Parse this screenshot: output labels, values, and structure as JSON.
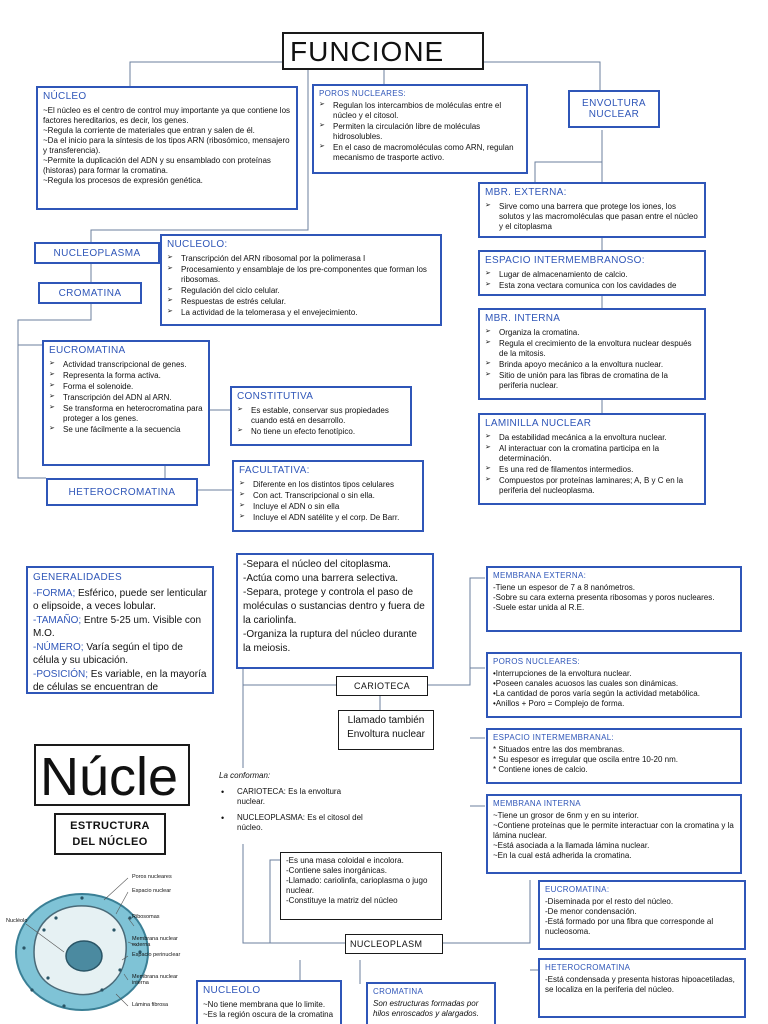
{
  "map1": {
    "title": "FUNCIONE",
    "nucleo": {
      "title": "NÚCLEO",
      "lines": [
        "~El núcleo es el centro de control muy importante ya que contiene los factores hereditarios, es decir, los genes.",
        "~Regula la corriente de materiales que entran y salen de él.",
        "~Da el inicio para la síntesis de los tipos ARN (ribosómico, mensajero y transferencia).",
        "~Permite la duplicación del ADN y su ensamblado con proteínas (historas) para formar la cromatina.",
        "~Regula los procesos de expresión genética."
      ]
    },
    "poros": {
      "title": "POROS NUCLEARES:",
      "items": [
        "Regulan los intercambios de moléculas entre el núcleo y el citosol.",
        "Permiten la circulación libre de moléculas hidrosolubles.",
        "En el caso de macromoléculas como ARN, regulan mecanismo de trasporte activo."
      ]
    },
    "envoltura": "ENVOLTURA NUCLEAR",
    "mbr_externa": {
      "title": "MBR. EXTERNA:",
      "items": [
        "Sirve como una barrera que protege los iones, los solutos y las macromoléculas que pasan entre el núcleo y el citoplasma"
      ]
    },
    "espacio": {
      "title": "ESPACIO INTERMEMBRANOSO:",
      "items": [
        "Lugar de almacenamiento de calcio.",
        "Esta zona vectara comunica con los cavidades de"
      ]
    },
    "mbr_interna": {
      "title": "MBR. INTERNA",
      "items": [
        "Organiza la cromatina.",
        "Regula el crecimiento de la envoltura nuclear después de la mitosis.",
        "Brinda apoyo mecánico a la envoltura nuclear.",
        "Sitio de unión para las fibras de cromatina de la periferia nuclear."
      ]
    },
    "laminilla": {
      "title": "LAMINILLA NUCLEAR",
      "items": [
        "Da estabilidad mecánica a la envoltura nuclear.",
        "Al interactuar con la cromatina participa en la determinación.",
        "Es una red de filamentos intermedios.",
        "Compuestos por proteínas laminares; A, B y C en la periferia del nucleoplasma."
      ]
    },
    "nucleoplasma": "NUCLEOPLASMA",
    "cromatina": "CROMATINA",
    "nucleolo": {
      "title": "NUCLEOLO:",
      "items": [
        "Transcripción del ARN ribosomal por la polimerasa I",
        "Procesamiento y ensamblaje de los pre-componentes que forman los ribosomas.",
        "Regulación del ciclo celular.",
        "Respuestas de estrés celular.",
        "La actividad de la telomerasa y el envejecimiento."
      ]
    },
    "eucromatina": {
      "title": "EUCROMATINA",
      "items": [
        "Actividad transcripcional de genes.",
        "Representa la forma activa.",
        "Forma el solenoide.",
        "Transcripción del ADN al ARN.",
        "Se transforma en heterocromatina para proteger a los genes.",
        "Se une fácilmente a la secuencia"
      ]
    },
    "constitutiva": {
      "title": "CONSTITUTIVA",
      "items": [
        "Es estable, conservar sus propiedades cuando está en desarrollo.",
        "No tiene un efecto fenotípico."
      ]
    },
    "heterocromatina": "HETEROCROMATINA",
    "facultativa": {
      "title": "FACULTATIVA:",
      "items": [
        "Diferente en los distintos tipos celulares",
        "Con act. Transcripcional o sin ella.",
        "Incluye el ADN o sin ella",
        "Incluye el ADN satélite y el corp. De Barr."
      ]
    }
  },
  "map2": {
    "generalidades": {
      "title": "GENERALIDADES",
      "rows": [
        {
          "k": "-FORMA;",
          "v": " Esférico, puede ser lenticular o elipsoide, a veces lobular."
        },
        {
          "k": "-TAMAÑO;",
          "v": " Entre 5-25 um. Visible con M.O."
        },
        {
          "k": "-NÚMERO;",
          "v": " Varía según el tipo de célula y su ubicación."
        },
        {
          "k": "-POSICIÓN;",
          "v": " Es variable, en la mayoría de células se encuentran de"
        }
      ]
    },
    "carioteca_desc": [
      "-Separa el núcleo del citoplasma.",
      "-Actúa como una barrera selectiva.",
      "-Separa, protege y controla el paso de moléculas o sustancias dentro y fuera de la cariolinfa.",
      "-Organiza la ruptura del núcleo durante la meiosis."
    ],
    "carioteca": "CARIOTECA",
    "llamado": "Llamado también Envoltura nuclear",
    "big_title": "Núcle",
    "estructura": "ESTRUCTURA DEL NÚCLEO",
    "conforman": {
      "title": "La conforman:",
      "items": [
        "CARIOTECA: Es la envoltura nuclear.",
        "NUCLEOPLASMA: Es el citosol del núcleo."
      ]
    },
    "nucleoplasma_desc": [
      "-Es una masa coloidal e incolora.",
      "-Contiene sales inorgánicas.",
      "-Llamado: cariolinfa, carioplasma o jugo nuclear.",
      "-Constituye la matriz del núcleo"
    ],
    "nucleoplasma": "NUCLEOPLASM",
    "nucleolo": {
      "title": "NUCLEOLO",
      "lines": [
        "~No tiene membrana que lo limite.",
        "~Es la región oscura de la cromatina"
      ]
    },
    "cromatina": {
      "title": "CROMATINA",
      "text": "Son estructuras formadas por hilos enroscados y alargados."
    },
    "membrana_externa": {
      "title": "MEMBRANA EXTERNA:",
      "lines": [
        "-Tiene un espesor de 7 a 8 nanómetros.",
        "-Sobre su cara externa presenta ribosomas y poros nucleares.",
        "-Suele estar unida al R.E."
      ]
    },
    "poros": {
      "title": "POROS NUCLEARES:",
      "lines": [
        "•Interrupciones de la envoltura nuclear.",
        "•Poseen canales acuosos las cuales son dinámicas.",
        "•La cantidad de poros varía según la actividad metabólica.",
        "•Anillos + Poro = Complejo de forma."
      ]
    },
    "espacio": {
      "title": "ESPACIO INTERMEMBRANAL:",
      "lines": [
        "* Situados entre las dos membranas.",
        "* Su espesor es irregular que oscila entre 10-20 nm.",
        "* Contiene iones de calcio."
      ]
    },
    "membrana_interna": {
      "title": "MEMBRANA INTERNA",
      "lines": [
        "~Tiene un grosor de 6nm y en su interior.",
        "~Contiene proteínas que le permite interactuar con la cromatina y la lámina nuclear.",
        "~Está asociada a la llamada lámina nuclear.",
        "~En la cual está adherida la cromatina."
      ]
    },
    "eucromatina": {
      "title": "EUCROMATINA:",
      "lines": [
        "-Diseminada por el resto del núcleo.",
        "-De menor condensación.",
        "-Está formado por una fibra que corresponde al nucleosoma."
      ]
    },
    "heterocromatina": {
      "title": "HETEROCROMATINA",
      "lines": [
        "-Está condensada y presenta historas hipoacetiladas, se localiza en la periferia del núcleo."
      ]
    },
    "illustration_labels": [
      "Nucléolo",
      "Poros nucleares",
      "Espacio nuclear",
      "Ribosomas",
      "Membrana nuclear externa",
      "Espacio perinuclear",
      "Membrana nuclear interna",
      "Lámina fibrosa"
    ]
  }
}
